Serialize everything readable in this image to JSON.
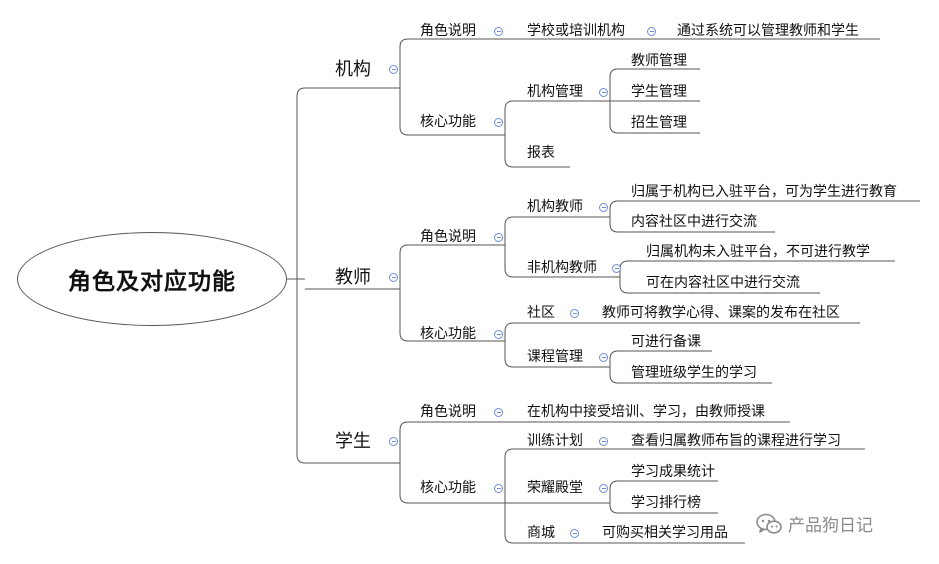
{
  "root": {
    "label": "角色及对应功能"
  },
  "roles": [
    {
      "name": "机构",
      "role_desc_label": "角色说明",
      "role_desc": {
        "label": "学校或培训机构",
        "detail": "通过系统可以管理教师和学生"
      },
      "core_label": "核心功能",
      "core": [
        {
          "label": "机构管理",
          "children": [
            "教师管理",
            "学生管理",
            "招生管理"
          ]
        },
        {
          "label": "报表",
          "children": []
        }
      ]
    },
    {
      "name": "教师",
      "role_desc_label": "角色说明",
      "role_types": [
        {
          "label": "机构教师",
          "children": [
            "归属于机构已入驻平台，可为学生进行教育",
            "内容社区中进行交流"
          ]
        },
        {
          "label": "非机构教师",
          "children": [
            "归属机构未入驻平台，不可进行教学",
            "可在内容社区中进行交流"
          ]
        }
      ],
      "core_label": "核心功能",
      "core": [
        {
          "label": "社区",
          "children": [
            "教师可将教学心得、课案的发布在社区"
          ]
        },
        {
          "label": "课程管理",
          "children": [
            "可进行备课",
            "管理班级学生的学习"
          ]
        }
      ]
    },
    {
      "name": "学生",
      "role_desc_label": "角色说明",
      "role_desc_text": "在机构中接受培训、学习，由教师授课",
      "core_label": "核心功能",
      "core": [
        {
          "label": "训练计划",
          "children": [
            "查看归属教师布旨的课程进行学习"
          ]
        },
        {
          "label": "荣耀殿堂",
          "children": [
            "学习成果统计",
            "学习排行榜"
          ]
        },
        {
          "label": "商城",
          "children": [
            "可购买相关学习用品"
          ]
        }
      ]
    }
  ],
  "watermark": {
    "text": "产品狗日记",
    "icon": "wechat-icon"
  },
  "colors": {
    "line": "#555555",
    "toggle": "#6b8fd6",
    "watermark": "#8a8a8a"
  }
}
